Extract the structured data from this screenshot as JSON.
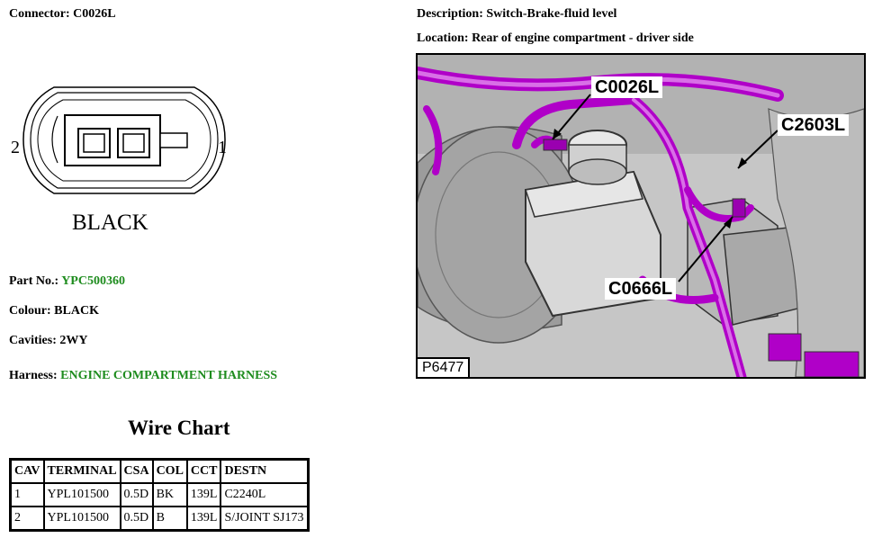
{
  "connector": {
    "label": "Connector:",
    "value": "C0026L"
  },
  "description": {
    "label": "Description:",
    "value": "Switch-Brake-fluid level"
  },
  "location": {
    "label": "Location:",
    "value": "Rear of engine compartment - driver side"
  },
  "diagram": {
    "pin_left": "2",
    "pin_right": "1",
    "color_label": "BLACK"
  },
  "part": {
    "label": "Part No.:",
    "value": "YPC500360"
  },
  "colour": {
    "label": "Colour:",
    "value": "BLACK"
  },
  "cavities": {
    "label": "Cavities:",
    "value": "2WY"
  },
  "harness": {
    "label": "Harness:",
    "value": "ENGINE COMPARTMENT HARNESS"
  },
  "wire_chart": {
    "title": "Wire Chart",
    "headers": [
      "CAV",
      "TERMINAL",
      "CSA",
      "COL",
      "CCT",
      "DESTN"
    ],
    "rows": [
      [
        "1",
        "YPL101500",
        "0.5D",
        "BK",
        "139L",
        "C2240L"
      ],
      [
        "2",
        "YPL101500",
        "0.5D",
        "B",
        "139L",
        "S/JOINT SJ173"
      ]
    ]
  },
  "photo": {
    "callouts": [
      "C0026L",
      "C2603L",
      "C0666L"
    ],
    "id": "P6477",
    "colors": {
      "harness": "#b000c8",
      "metal": "#8a8a8a",
      "background": "#c9c9c9"
    }
  }
}
